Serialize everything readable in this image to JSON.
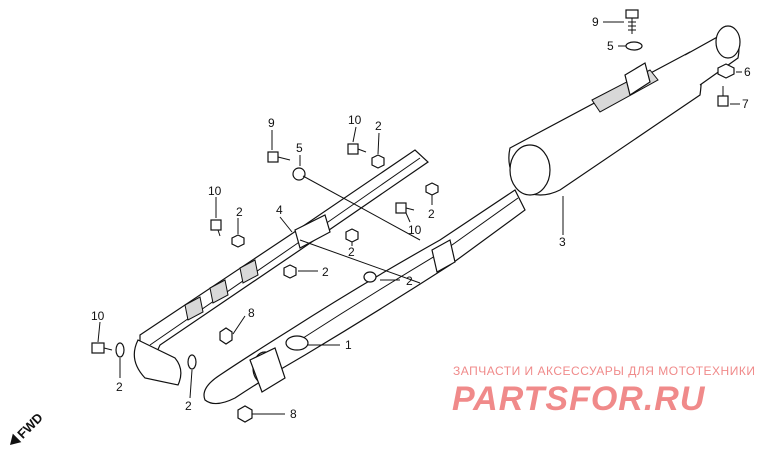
{
  "labels": {
    "l9a": "9",
    "l5a": "5",
    "l6": "6",
    "l7": "7",
    "l9b": "9",
    "l10a": "10",
    "l2a": "2",
    "l5b": "5",
    "l10b": "10",
    "l2b": "2",
    "l4": "4",
    "l2c": "2",
    "l10c": "10",
    "l3": "3",
    "l2d": "2",
    "l2e": "2",
    "l2f": "2",
    "l8a": "8",
    "l10d": "10",
    "l1": "1",
    "l2g": "2",
    "l2h": "2",
    "l8b": "8"
  },
  "fwd_label": "FWD",
  "watermark": {
    "subtitle": "ЗАПЧАСТИ И АКСЕССУАРЫ ДЛЯ МОТОТЕХНИКИ",
    "brand": "PARTSFOR.RU"
  }
}
